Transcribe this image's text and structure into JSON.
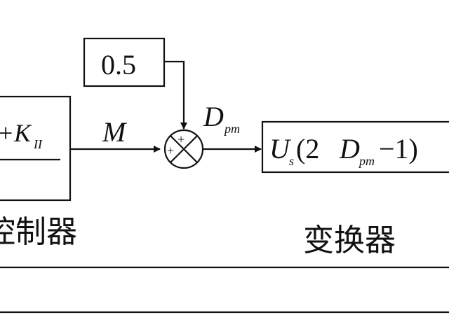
{
  "constant_block": {
    "value": "0.5"
  },
  "controller_block": {
    "numerator": {
      "plus": "+",
      "gain_symbol": "K",
      "gain_subscript": "II"
    },
    "caption": "控制器"
  },
  "signals": {
    "m": "M",
    "dpm": {
      "symbol": "D",
      "subscript": "pm"
    }
  },
  "summing_junction": {
    "sign_top": "+",
    "sign_left": "+"
  },
  "converter_block": {
    "expr": {
      "u": "U",
      "s_sub": "s",
      "open": "(2",
      "d": "D",
      "pm_sub": "pm",
      "close": "−1)"
    },
    "caption": "变换器"
  }
}
